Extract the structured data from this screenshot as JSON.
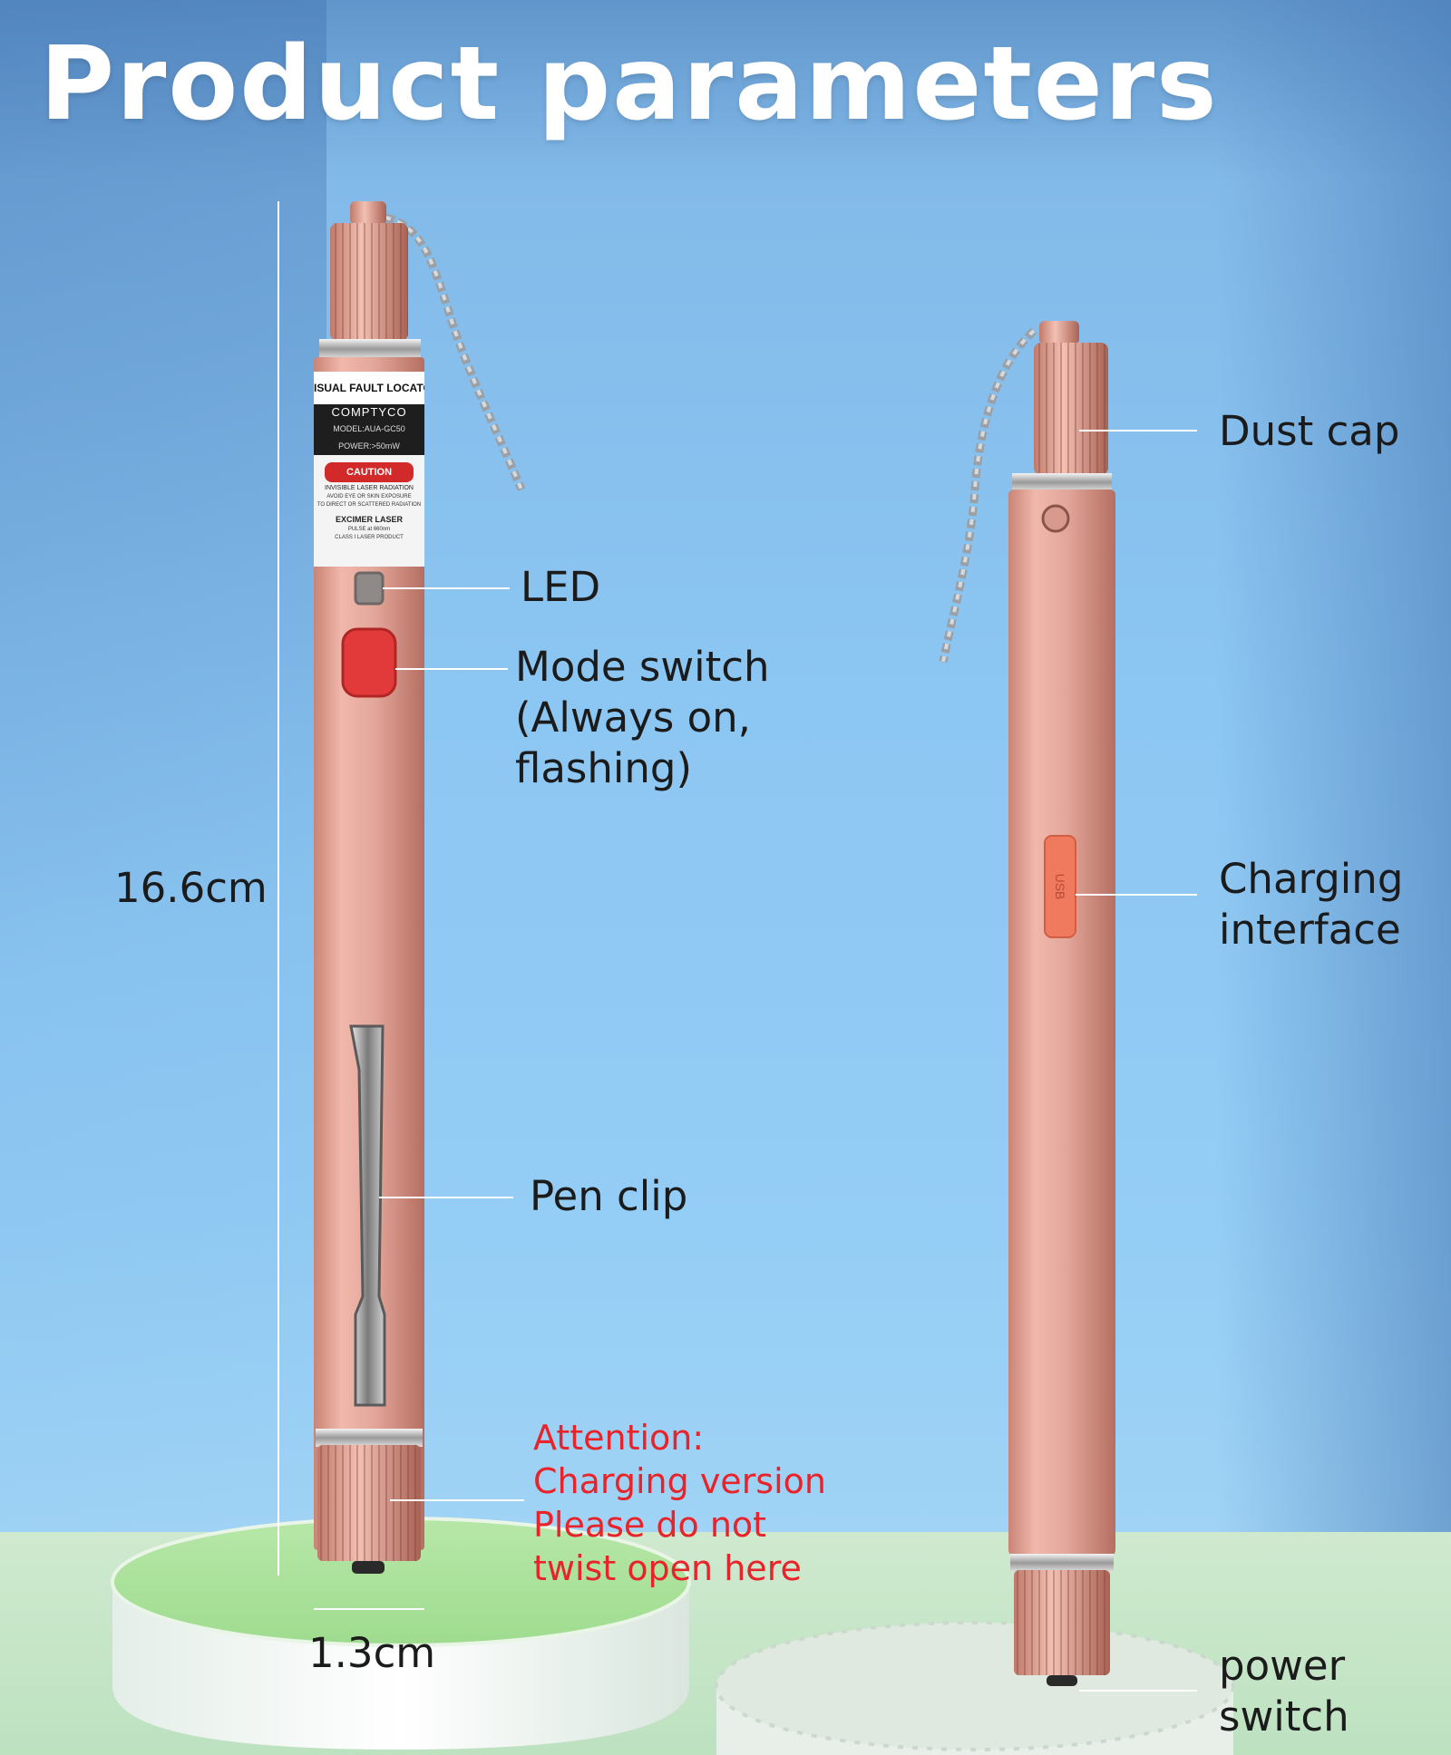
{
  "title": "Product parameters",
  "dimensions": {
    "length": "16.6cm",
    "diameter": "1.3cm"
  },
  "pen_label": {
    "line1": "ISUAL FAULT LOCATOR",
    "brand": "COMPTYCO",
    "model": "MODEL:AUA-GC50",
    "power": "POWER:>50mW",
    "caution": "CAUTION",
    "line5": "INVISIBLE LASER RADIATION",
    "line6": "AVOID EYE OR SKIN EXPOSURE",
    "line7": "TO DIRECT OR SCATTERED RADIATION",
    "line8": "EXCIMER LASER",
    "line9": "PULSE at 660nm",
    "line10": "CLASS I LASER PRODUCT"
  },
  "usb_text": "USB",
  "callouts": {
    "led": "LED",
    "mode_switch": "Mode switch\n(Always on,\nflashing)",
    "pen_clip": "Pen clip",
    "attention": "Attention:\nCharging version\nPlease do not\ntwist open here",
    "dust_cap": "Dust cap",
    "charging_interface": "Charging\ninterface",
    "power_switch": "power\nswitch"
  },
  "colors": {
    "pen_body": "#e3a69a",
    "mode_button": "#e23a3a",
    "usb_port": "#ef7a5e",
    "attention_text": "#e8232a"
  }
}
